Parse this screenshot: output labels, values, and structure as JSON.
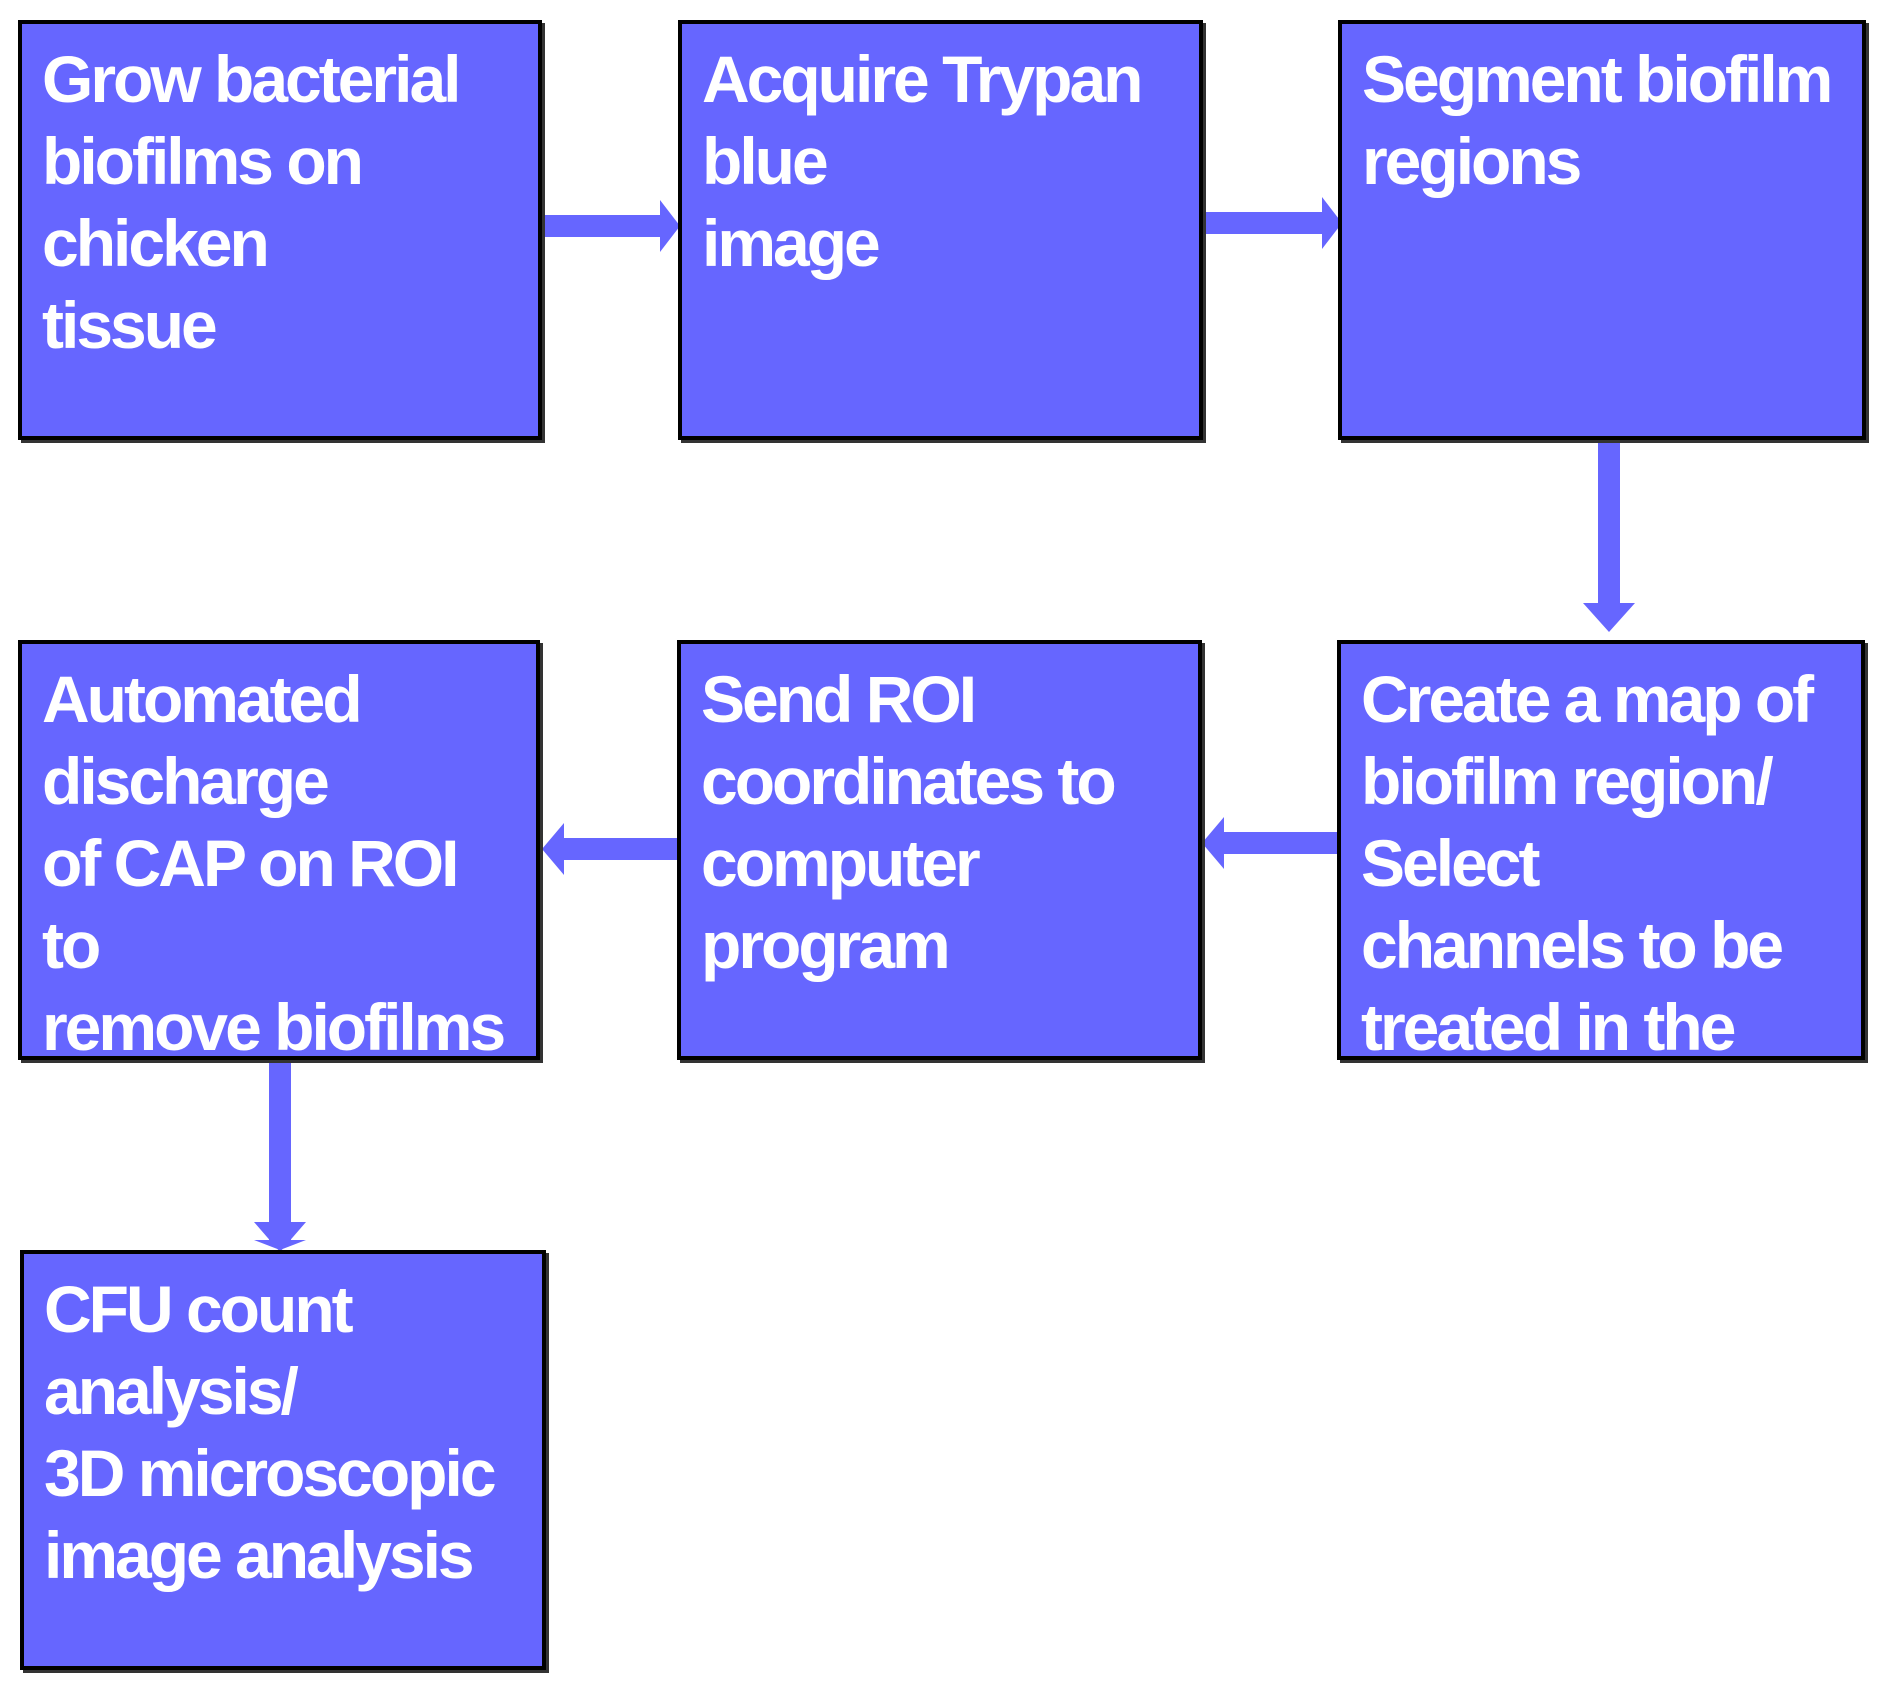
{
  "diagram": {
    "colors": {
      "box_fill": "#6666ff",
      "box_border": "#000000",
      "arrow": "#6666ff",
      "text": "#ffffff"
    },
    "steps": [
      {
        "label": "Grow bacterial\nbiofilms on chicken\ntissue"
      },
      {
        "label": "Acquire Trypan blue\nimage"
      },
      {
        "label": "Segment  biofilm\nregions"
      },
      {
        "label": "Create a map of\nbiofilm region/ Select\nchannels to be\ntreated  in the region"
      },
      {
        "label": "Send ROI\ncoordinates  to\ncomputer  program"
      },
      {
        "label": "Automated  discharge\nof CAP on ROI to\nremove  biofilms"
      },
      {
        "label": "CFU count analysis/\n3D microscopic\nimage  analysis"
      }
    ],
    "connections": [
      {
        "from": 0,
        "to": 1
      },
      {
        "from": 1,
        "to": 2
      },
      {
        "from": 2,
        "to": 3
      },
      {
        "from": 3,
        "to": 4
      },
      {
        "from": 4,
        "to": 5
      },
      {
        "from": 5,
        "to": 6
      }
    ]
  }
}
